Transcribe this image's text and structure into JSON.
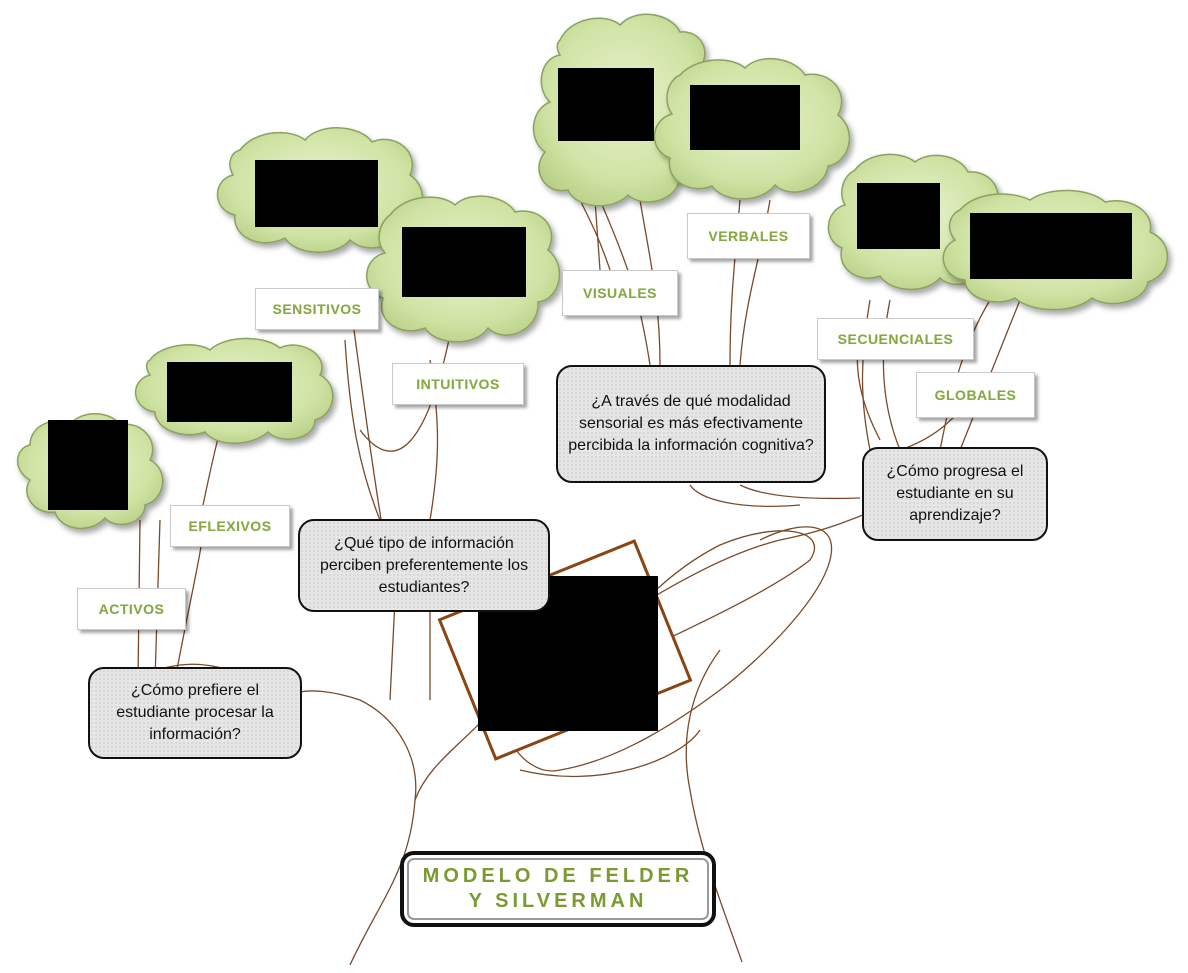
{
  "title": {
    "line1": "MODELO DE FELDER",
    "line2": "Y SILVERMAN"
  },
  "categories": {
    "activos": "ACTIVOS",
    "reflexivos": "EFLEXIVOS",
    "sensitivos": "SENSITIVOS",
    "intuitivos": "INTUITIVOS",
    "visuales": "VISUALES",
    "verbales": "VERBALES",
    "secuenciales": "SECUENCIALES",
    "globales": "GLOBALES"
  },
  "questions": {
    "procesar": "¿Cómo prefiere el estudiante procesar la información?",
    "informacion": "¿Qué tipo de información perciben preferentemente los estudiantes?",
    "modalidad": "¿A través de qué modalidad sensorial es más efectivamente percibida la información cognitiva?",
    "progresa": "¿Cómo progresa el estudiante en su aprendizaje?"
  },
  "colors": {
    "cloud_fill": "#d2e4a8",
    "cloud_stroke": "#8aa160",
    "branch": "#7a4a2a",
    "tag_text": "#86a842",
    "title_text": "#7a9a32"
  }
}
